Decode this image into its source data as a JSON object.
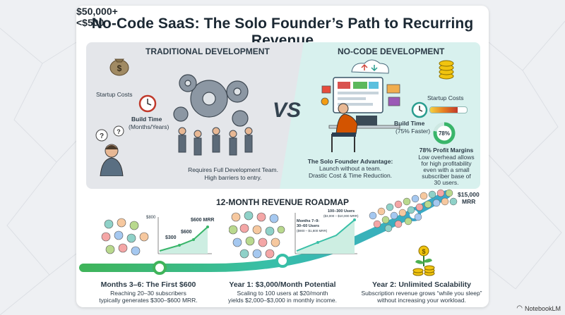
{
  "title": "No-Code SaaS: The Solo Founder’s Path to Recurring Revenue",
  "traditional": {
    "heading": "TRADITIONAL DEVELOPMENT",
    "cost": "$50,000+",
    "cost_label": "Startup Costs",
    "build_time_label": "Build Time",
    "build_time_value": "(Months/Years)",
    "team_line1": "Requires Full Development Team.",
    "team_line2": "High barriers to entry."
  },
  "vs": "VS",
  "nocode": {
    "heading": "NO-CODE DEVELOPMENT",
    "cost": "<$500",
    "cost_label": "Startup Costs",
    "build_time_label": "Build Time",
    "build_time_value": "(75% Faster)",
    "build_progress": 0.75,
    "margin_badge": "78%",
    "margin_value": 0.78,
    "margin_title": "78% Profit Margins",
    "margin_lines": [
      "Low overhead allows",
      "for high profitability",
      "even with a small",
      "subscriber base of",
      "30 users."
    ],
    "advantage_title": "The Solo Founder Advantage:",
    "advantage_line1": "Launch without a team.",
    "advantage_line2": "Drastic Cost & Time Reduction."
  },
  "roadmap": {
    "title": "12-MONTH REVENUE ROADMAP",
    "top_label_amount": "$15,000",
    "top_label_unit": "MRR",
    "chart1": {
      "ytick": "$800",
      "point_labels": [
        "$300",
        "$600",
        "$600 MRR"
      ]
    },
    "chart2": {
      "label_a": "Months 7–9:",
      "label_b": "30–60 Users",
      "label_c": "($900 – $1,800 MRR)",
      "label_d": "100–300 Users",
      "label_e": "($3,000 – $10,000 MRR)"
    },
    "stages": [
      {
        "title": "Months 3–6: The First $600",
        "line1": "Reaching 20–30 subscribers",
        "line2": "typically generates $300–$600 MRR."
      },
      {
        "title": "Year 1: $3,000/Month Potential",
        "line1": "Scaling to 100 users at $20/month",
        "line2": "yields $2,000–$3,000 in monthly income."
      },
      {
        "title": "Year 2: Unlimited Scalability",
        "line1": "Subscription revenue grows “while you sleep”",
        "line2": "without increasing your workload."
      }
    ]
  },
  "footer": "NotebookLM",
  "colors": {
    "teal": "#3fc7b7",
    "green": "#39b56a",
    "gray_panel": "#e4e6ea",
    "teal_panel": "#d8f1ee"
  }
}
